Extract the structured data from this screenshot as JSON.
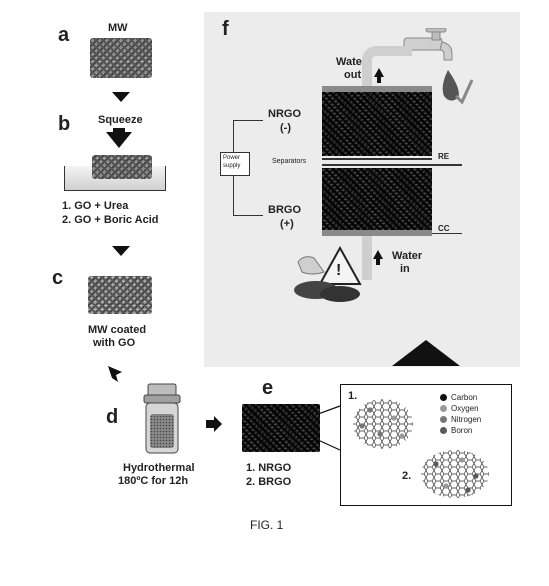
{
  "figure": {
    "caption": "FIG. 1"
  },
  "panel_a": {
    "letter": "a",
    "label": "MW"
  },
  "panel_b": {
    "letter": "b",
    "label": "Squeeze",
    "items": [
      "1.  GO + Urea",
      "2.  GO + Boric Acid"
    ]
  },
  "panel_c": {
    "letter": "c",
    "label_line1": "MW coated",
    "label_line2": "with GO"
  },
  "panel_d": {
    "letter": "d",
    "label_line1": "Hydrothermal",
    "label_line2": "180ºC for 12h"
  },
  "panel_e": {
    "letter": "e",
    "items": [
      "1.  NRGO",
      "2.  BRGO"
    ],
    "inset_numbers": [
      "1.",
      "2."
    ],
    "legend": [
      {
        "label": "Carbon",
        "color": "#111111"
      },
      {
        "label": "Oxygen",
        "color": "#9a9a9a"
      },
      {
        "label": "Nitrogen",
        "color": "#777777"
      },
      {
        "label": "Boron",
        "color": "#5a5a5a"
      }
    ]
  },
  "panel_f": {
    "letter": "f",
    "water_out_line1": "Water",
    "water_out_line2": "out",
    "water_in_line1": "Water",
    "water_in_line2": "in",
    "nrgo_line1": "NRGO",
    "nrgo_line2": "(-)",
    "brgo_line1": "BRGO",
    "brgo_line2": "(+)",
    "separators": "Separators",
    "power_line1": "Power",
    "power_line2": "supply",
    "re": "RE",
    "cc": "CC",
    "warning": "!"
  }
}
